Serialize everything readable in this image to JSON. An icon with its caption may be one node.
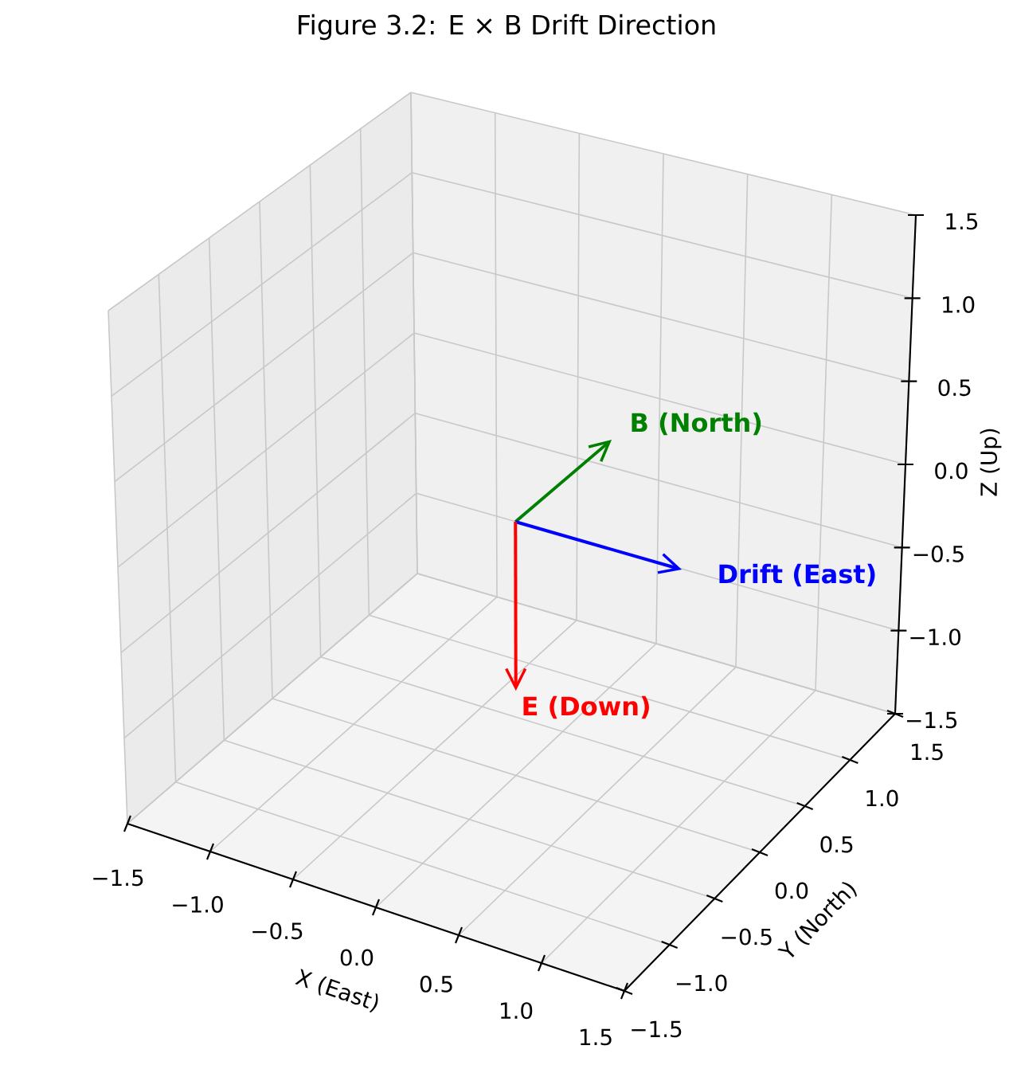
{
  "diagram": {
    "title": "Figure 3.2: E × B Drift Direction",
    "labels": [
      "B (North)",
      "Drift (East)",
      "E (Down)",
      "1.5",
      "1.0",
      "0.5",
      "0.0",
      "−0.5",
      "−1.0",
      "−1.5",
      "Z (Up)",
      "−1.5",
      "−1.0",
      "−0.5",
      "0.0",
      "0.5",
      "1.0",
      "1.5",
      "X (East)",
      "−1.5",
      "−1.0",
      "−0.5",
      "0.0",
      "0.5",
      "1.0",
      "1.5",
      "Y (North)"
    ]
  }
}
